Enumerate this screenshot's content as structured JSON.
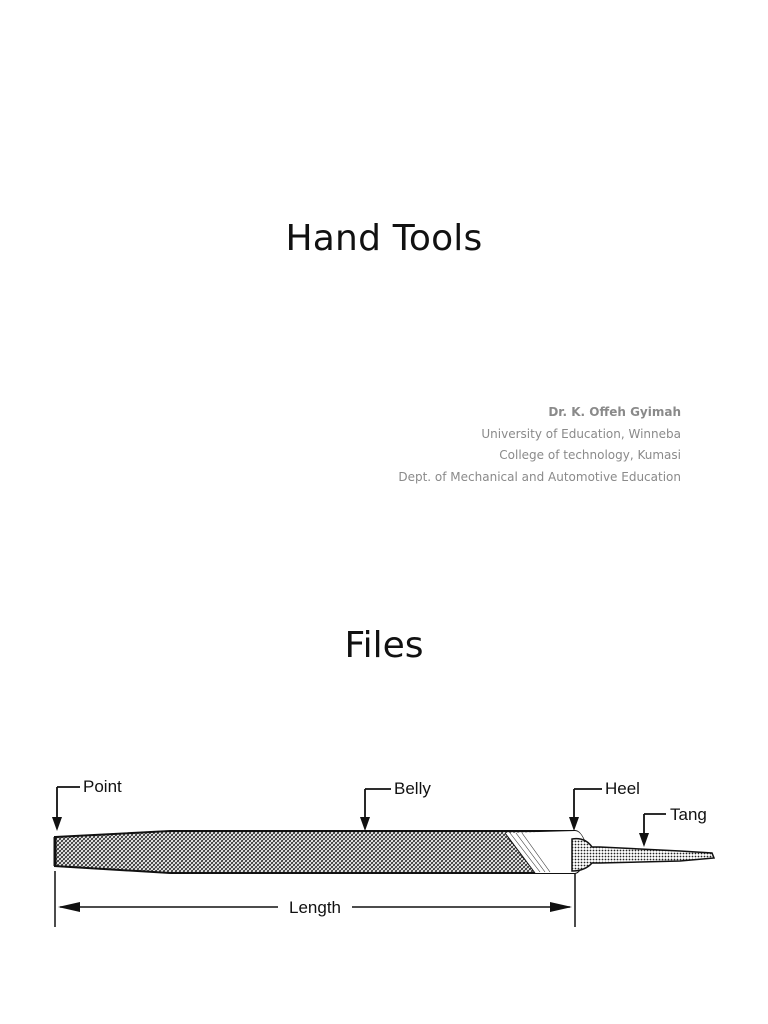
{
  "slide1": {
    "title": "Hand Tools",
    "author": {
      "name": "Dr. K. Offeh Gyimah",
      "lines": [
        "University of Education, Winneba",
        "College of technology, Kumasi",
        "Dept. of Mechanical and Automotive Education"
      ]
    }
  },
  "slide2": {
    "title": "Files",
    "diagram": {
      "labels": {
        "point": "Point",
        "belly": "Belly",
        "heel": "Heel",
        "tang": "Tang",
        "length": "Length"
      }
    }
  }
}
